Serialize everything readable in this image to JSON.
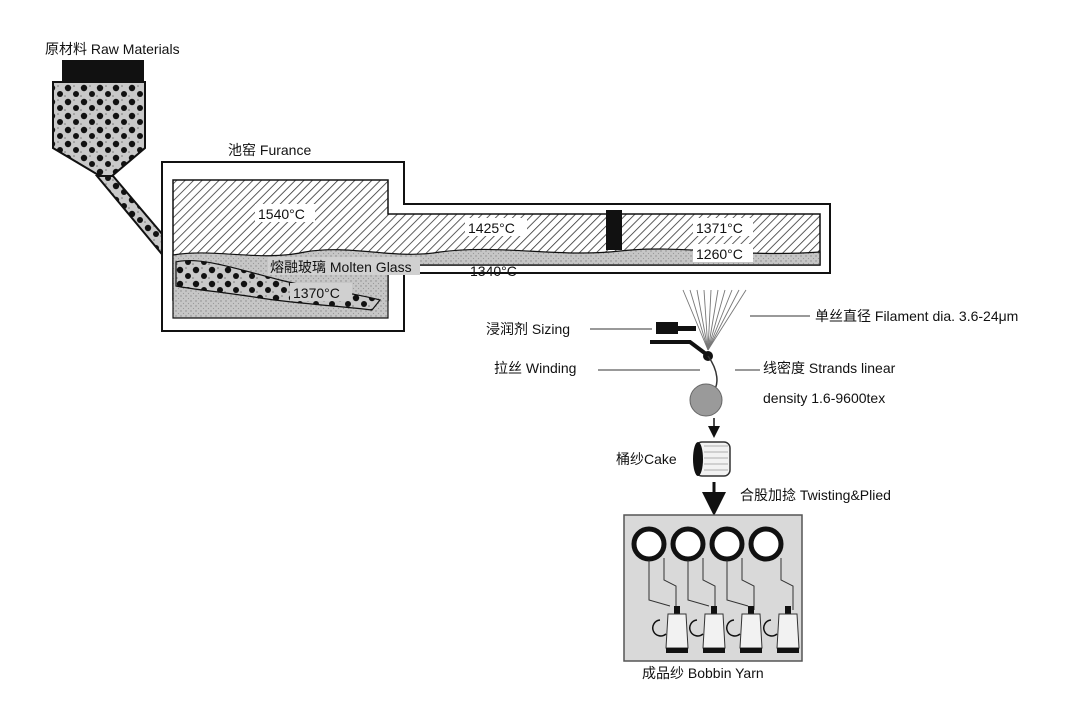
{
  "labels": {
    "raw_materials": "原材料 Raw Materials",
    "furnace": "池窑 Furance",
    "molten_glass": "熔融玻璃  Molten Glass",
    "sizing": "浸润剂  Sizing",
    "winding": "拉丝  Winding",
    "filament": "单丝直径 Filament dia. 3.6-24μm",
    "strands_1": "线密度 Strands linear",
    "strands_2": "density 1.6-9600tex",
    "cake": "桶纱Cake",
    "twisting": "合股加捻 Twisting&Plied",
    "bobbin": "成品纱 Bobbin Yarn"
  },
  "temperatures": {
    "t1540": "1540°C",
    "t1425": "1425°C",
    "t1371": "1371°C",
    "t1260": "1260°C",
    "t1340": "1340°C",
    "t1370": "1370°C"
  },
  "colors": {
    "ink": "#111111",
    "glass": "#bdbdbd",
    "panel": "#d9d9d9",
    "spool": "#9a9a9a"
  }
}
